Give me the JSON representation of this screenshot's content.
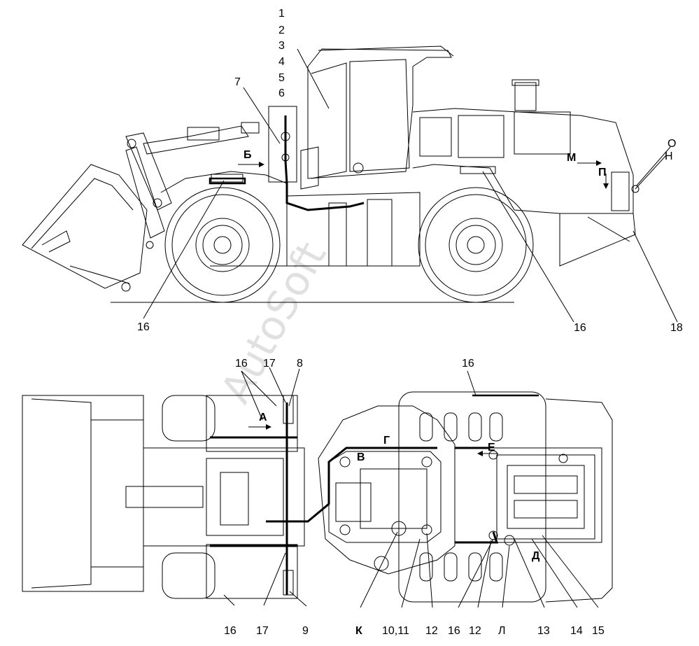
{
  "watermark": "AutoSoft",
  "side_view": {
    "callouts_stack": [
      "1",
      "2",
      "3",
      "4",
      "5",
      "6"
    ],
    "callout_7": "7",
    "callout_16_left": "16",
    "callout_16_right": "16",
    "callout_18": "18",
    "view_b": "Б",
    "view_m": "М",
    "view_p": "П",
    "view_o": "О",
    "view_n": "Н"
  },
  "top_view": {
    "callout_16_top_left": "16",
    "callout_17_top": "17",
    "callout_8": "8",
    "callout_16_top_right": "16",
    "view_a": "А",
    "view_g": "Г",
    "view_v": "В",
    "view_e": "Е",
    "view_d": "Д",
    "bottom_labels": [
      "16",
      "17",
      "9",
      "К",
      "10,11",
      "12",
      "16",
      "12",
      "Л",
      "13",
      "14",
      "15"
    ]
  }
}
